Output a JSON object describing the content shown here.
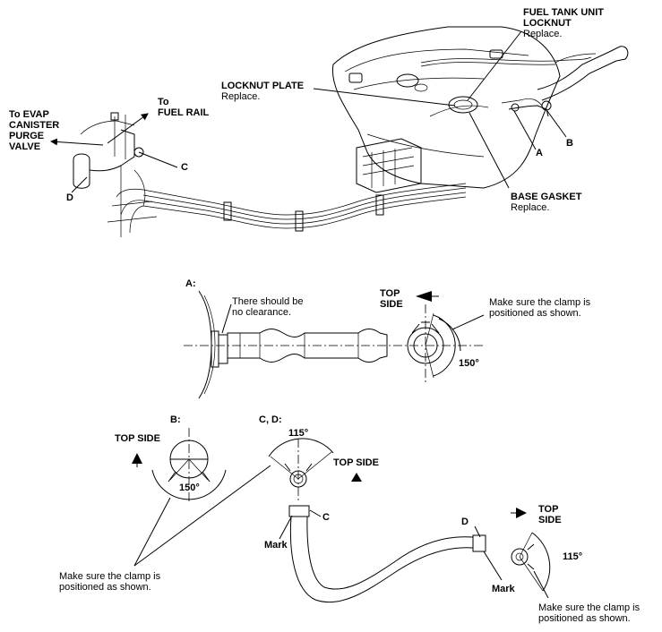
{
  "labels": {
    "evap": [
      "To EVAP",
      "CANISTER",
      "PURGE",
      "VALVE"
    ],
    "fuel_rail": [
      "To",
      "FUEL RAIL"
    ],
    "locknut_plate": "LOCKNUT PLATE",
    "locknut_plate_note": "Replace.",
    "fuel_tank_unit": [
      "FUEL TANK UNIT",
      "LOCKNUT"
    ],
    "fuel_tank_unit_note": "Replace.",
    "base_gasket": "BASE GASKET",
    "base_gasket_note": "Replace.",
    "callout_a": "A",
    "callout_b": "B",
    "callout_c": "C",
    "callout_d": "D"
  },
  "detail_a": {
    "title": "A:",
    "clearance_note": [
      "There should be",
      "no clearance."
    ],
    "top_side": [
      "TOP",
      "SIDE"
    ],
    "clamp_note": [
      "Make sure the clamp is",
      "positioned as shown."
    ],
    "angle": "150°"
  },
  "detail_b": {
    "title": "B:",
    "top_side": "TOP SIDE",
    "angle": "150°",
    "clamp_note": [
      "Make sure the clamp is",
      "positioned as shown."
    ]
  },
  "detail_cd": {
    "title": "C, D:",
    "angle_top": "115°",
    "top_side": "TOP SIDE",
    "callout_c": "C",
    "callout_d": "D",
    "mark_left": "Mark",
    "mark_right": "Mark",
    "top_side_right": [
      "TOP",
      "SIDE"
    ],
    "angle_right": "115°",
    "clamp_note": [
      "Make sure the clamp is",
      "positioned as shown."
    ]
  }
}
